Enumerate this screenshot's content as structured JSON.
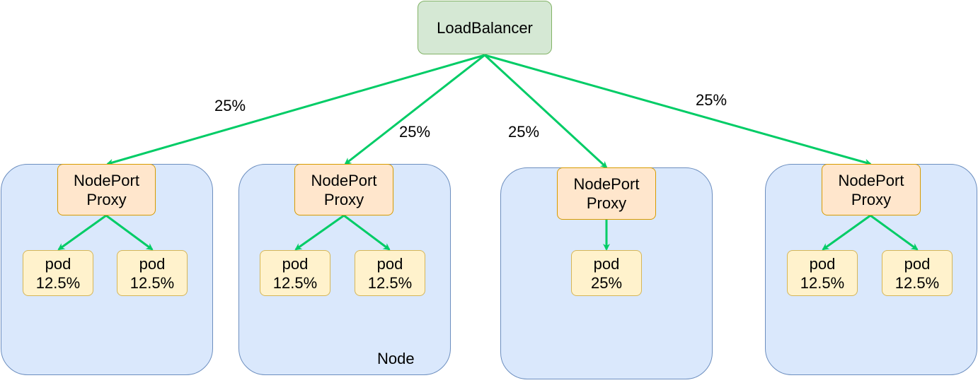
{
  "colors": {
    "edge": "#00cc66",
    "node_fill": "#dae8fc",
    "node_border": "#6c8ebf",
    "lb_fill": "#d5e8d4",
    "proxy_fill": "#ffe6cc",
    "pod_fill": "#fff2cc"
  },
  "load_balancer": {
    "label": "LoadBalancer"
  },
  "edge_labels": [
    "25%",
    "25%",
    "25%",
    "25%"
  ],
  "nodes": [
    {
      "label": "",
      "proxy": {
        "line1": "NodePort",
        "line2": "Proxy"
      },
      "pods": [
        {
          "line1": "pod",
          "line2": "12.5%"
        },
        {
          "line1": "pod",
          "line2": "12.5%"
        }
      ]
    },
    {
      "label": "Node",
      "proxy": {
        "line1": "NodePort",
        "line2": "Proxy"
      },
      "pods": [
        {
          "line1": "pod",
          "line2": "12.5%"
        },
        {
          "line1": "pod",
          "line2": "12.5%"
        }
      ]
    },
    {
      "label": "",
      "proxy": {
        "line1": "NodePort",
        "line2": "Proxy"
      },
      "pods": [
        {
          "line1": "pod",
          "line2": "25%"
        }
      ]
    },
    {
      "label": "",
      "proxy": {
        "line1": "NodePort",
        "line2": "Proxy"
      },
      "pods": [
        {
          "line1": "pod",
          "line2": "12.5%"
        },
        {
          "line1": "pod",
          "line2": "12.5%"
        }
      ]
    }
  ]
}
